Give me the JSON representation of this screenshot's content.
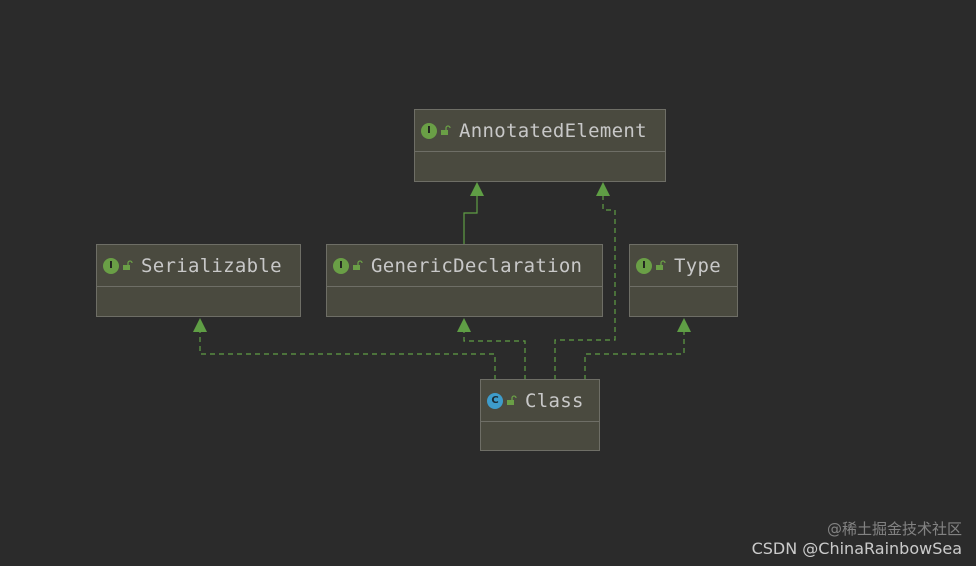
{
  "nodes": {
    "annotated_element": {
      "name": "AnnotatedElement",
      "kind": "interface",
      "badge": "I"
    },
    "serializable": {
      "name": "Serializable",
      "kind": "interface",
      "badge": "I"
    },
    "generic_declaration": {
      "name": "GenericDeclaration",
      "kind": "interface",
      "badge": "I"
    },
    "type": {
      "name": "Type",
      "kind": "interface",
      "badge": "I"
    },
    "class": {
      "name": "Class",
      "kind": "class",
      "badge": "C"
    }
  },
  "edges": [
    {
      "from": "GenericDeclaration",
      "to": "AnnotatedElement",
      "relation": "extends"
    },
    {
      "from": "Class",
      "to": "AnnotatedElement",
      "relation": "implements"
    },
    {
      "from": "Class",
      "to": "Serializable",
      "relation": "implements"
    },
    {
      "from": "Class",
      "to": "GenericDeclaration",
      "relation": "implements"
    },
    {
      "from": "Class",
      "to": "Type",
      "relation": "implements"
    }
  ],
  "watermark": {
    "line1": "@稀土掘金技术社区",
    "line2": "CSDN @ChinaRainbowSea"
  },
  "colors": {
    "background": "#2b2b2b",
    "node_fill": "#4a4a3f",
    "node_border": "#6e6e66",
    "edge": "#5f9e45",
    "interface_badge": "#6a9f46",
    "class_badge": "#3e9ccb"
  }
}
